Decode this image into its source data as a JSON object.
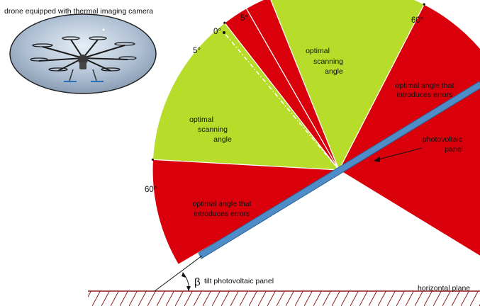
{
  "drone": {
    "caption": "drone equipped with thermal imaging camera",
    "icon": "drone-icon"
  },
  "angles": {
    "zero": "0°",
    "five_a": "5°",
    "five_b": "5°",
    "sixty_a": "60°",
    "sixty_b": "60°"
  },
  "regions": {
    "optimal_upper": [
      "optimal",
      "scanning",
      "angle"
    ],
    "optimal_left": [
      "optimal",
      "scanning",
      "angle"
    ],
    "error_right": [
      "optimal angle that",
      "introduces errors"
    ],
    "error_lower": [
      "optimal angle that",
      "introduces errors"
    ]
  },
  "panel": {
    "label": [
      "photovoltaic",
      "panel"
    ]
  },
  "tilt": {
    "symbol": "β",
    "label": "tilt photovoltaic panel"
  },
  "ground": {
    "label": "horizontal plane"
  },
  "colors": {
    "optimal": "#b7dc2a",
    "error": "#d9000b",
    "panel": "#4f8dc9",
    "ground_line": "#8b1a1a",
    "hatch": "#8b1a1a"
  }
}
